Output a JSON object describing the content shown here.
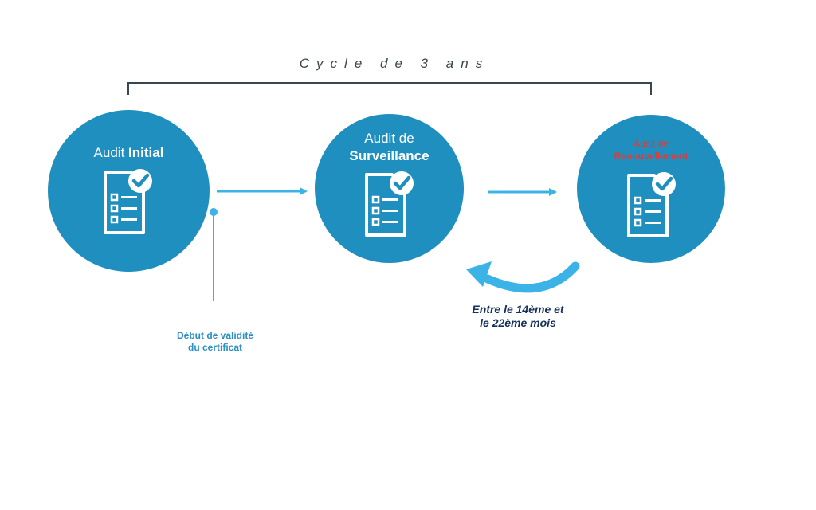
{
  "header": {
    "cycle_label": "Cycle de 3 ans"
  },
  "steps": [
    {
      "title_prefix": "Audit ",
      "title_bold": "Initial"
    },
    {
      "title_line1": "Audit de",
      "title_bold": "Surveillance"
    },
    {
      "title_line1": "Audit de",
      "title_bold": "Renouvellement"
    }
  ],
  "annotations": {
    "start_line1": "Début de validité",
    "start_line2": "du certificat",
    "months_line1": "Entre le 14ème et",
    "months_line2": "le 22ème mois"
  },
  "icons": {
    "step_icon": "checklist-document-icon",
    "arrow_icon": "arrow-right-icon",
    "return_icon": "curved-arrow-left-icon"
  },
  "colors": {
    "circle_fill": "#1f8fc0",
    "arrow": "#3bb3e6",
    "bracket": "#3a4652",
    "highlight_text": "#e53935",
    "caption_dark": "#15305a"
  }
}
